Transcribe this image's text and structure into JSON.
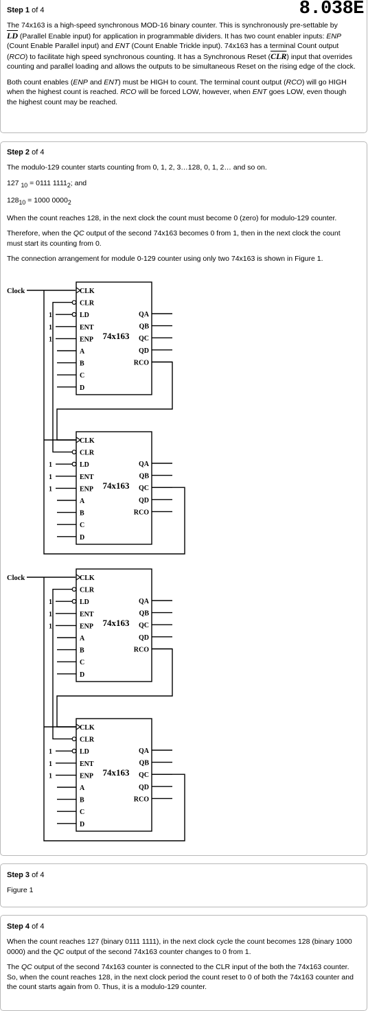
{
  "problem_id": "8.038E",
  "steps": [
    {
      "step_word": "Step",
      "step_num": "1",
      "step_of": "of 4",
      "p1_a": "The 74x163 is a high-speed synchronous MOD-16 binary counter. This is synchronously pre-settable by",
      "p1_ld": "LD",
      "p1_b": " (Parallel Enable input) for application in programmable dividers. It has two count enabler inputs: ",
      "p1_enp": "ENP",
      "p1_c": " (Count Enable Parallel input) and ",
      "p1_ent": "ENT",
      "p1_d": " (Count Enable Trickle input). 74x163 has a terminal Count output (",
      "p1_rco": "RCO",
      "p1_e": ") to facilitate high speed synchronous counting. It has a Synchronous Reset (",
      "p1_clr": "CLR",
      "p1_f": ") input that overrides counting and parallel loading and allows the outputs to be simultaneous Reset on the rising edge of the clock.",
      "p2_a": "Both count enables (",
      "p2_enp": "ENP",
      "p2_b": " and ",
      "p2_ent": "ENT",
      "p2_c": ") must be HIGH to count. The terminal count output (",
      "p2_rco": "RCO",
      "p2_d": ") will go HIGH when the highest count is reached. ",
      "p2_rco2": "RCO",
      "p2_e": " will be forced LOW, however, when ",
      "p2_ent2": "ENT",
      "p2_f": " goes LOW, even though the highest count may be reached."
    },
    {
      "step_word": "Step",
      "step_num": "2",
      "step_of": "of 4",
      "p1": "The modulo-129 counter starts counting from 0, 1, 2, 3…128, 0, 1, 2… and so on.",
      "eq1_a": "127 ",
      "eq1_sub": "10",
      "eq1_b": " = 0111 1111",
      "eq1_sub2": "2",
      "eq1_c": "; and",
      "eq2_a": "128",
      "eq2_sub": "10",
      "eq2_b": " = 1000 0000",
      "eq2_sub2": "2",
      "p4": "When the count reaches 128, in the next clock the count must become 0 (zero) for modulo-129 counter.",
      "p5_a": "Therefore, when the ",
      "p5_qc": "QC",
      "p5_b": " output of the second 74x163 becomes 0 from 1, then in the next clock the count must start its counting from 0.",
      "p6": "The connection arrangement for module 0-129 counter using only two 74x163 is shown in Figure 1."
    },
    {
      "step_word": "Step",
      "step_num": "3",
      "step_of": "of 4",
      "p1": "Figure 1"
    },
    {
      "step_word": "Step",
      "step_num": "4",
      "step_of": "of 4",
      "p1_a": "When the count reaches 127 (binary 0111 1111), in the next clock cycle the count becomes 128 (binary 1000 0000) and the ",
      "p1_qc": "QC",
      "p1_b": " output of the second 74x163 counter changes to 0 from 1.",
      "p2_a": "The ",
      "p2_qc": "QC",
      "p2_b": " output of the second 74x163 counter is connected to the CLR input of the both the 74x163 counter. So, when the count reaches 128, in the next clock period the count reset to 0 of both the 74x163 counter and the count starts again from 0. Thus, it is a modulo-129 counter."
    }
  ],
  "figure": {
    "clock_label": "Clock",
    "chip_label": "74x163",
    "input_pins": [
      "CLK",
      "CLR",
      "LD",
      "ENT",
      "ENP",
      "A",
      "B",
      "C",
      "D"
    ],
    "output_pins": [
      "QA",
      "QB",
      "QC",
      "QD",
      "RCO"
    ],
    "const_one": "1"
  }
}
